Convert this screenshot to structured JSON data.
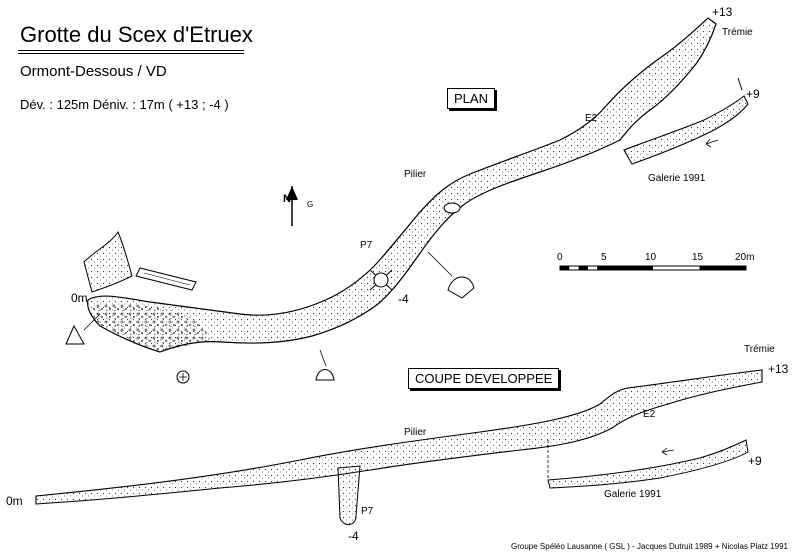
{
  "header": {
    "title": "Grotte du Scex d'Etruex",
    "location": "Ormont-Dessous / VD",
    "stats": "Dév. :  125m    Déniv. :  17m  ( +13 ; -4 )"
  },
  "plan": {
    "heading": "PLAN",
    "labels": {
      "plus13": "+13",
      "tremie": "Trémie",
      "plus9": "+9",
      "e2": "E2",
      "galerie": "Galerie 1991",
      "pilier": "Pilier",
      "p7": "P7",
      "minus4": "-4",
      "zero": "0m"
    },
    "north": {
      "n": "N",
      "g": "G"
    }
  },
  "scale": {
    "ticks": [
      "0",
      "5",
      "10",
      "15",
      "20m"
    ]
  },
  "section": {
    "heading": "COUPE DEVELOPPEE",
    "labels": {
      "tremie": "Trémie",
      "plus13": "+13",
      "e2": "E2",
      "pilier": "Pilier",
      "plus9": "+9",
      "galerie": "Galerie 1991",
      "p7": "P7",
      "minus4": "-4",
      "zero": "0m"
    }
  },
  "credits": "Groupe Spéléo Lausanne ( GSL )  -  Jacques Dutruit 1989  +  Nicolas Platz 1991"
}
